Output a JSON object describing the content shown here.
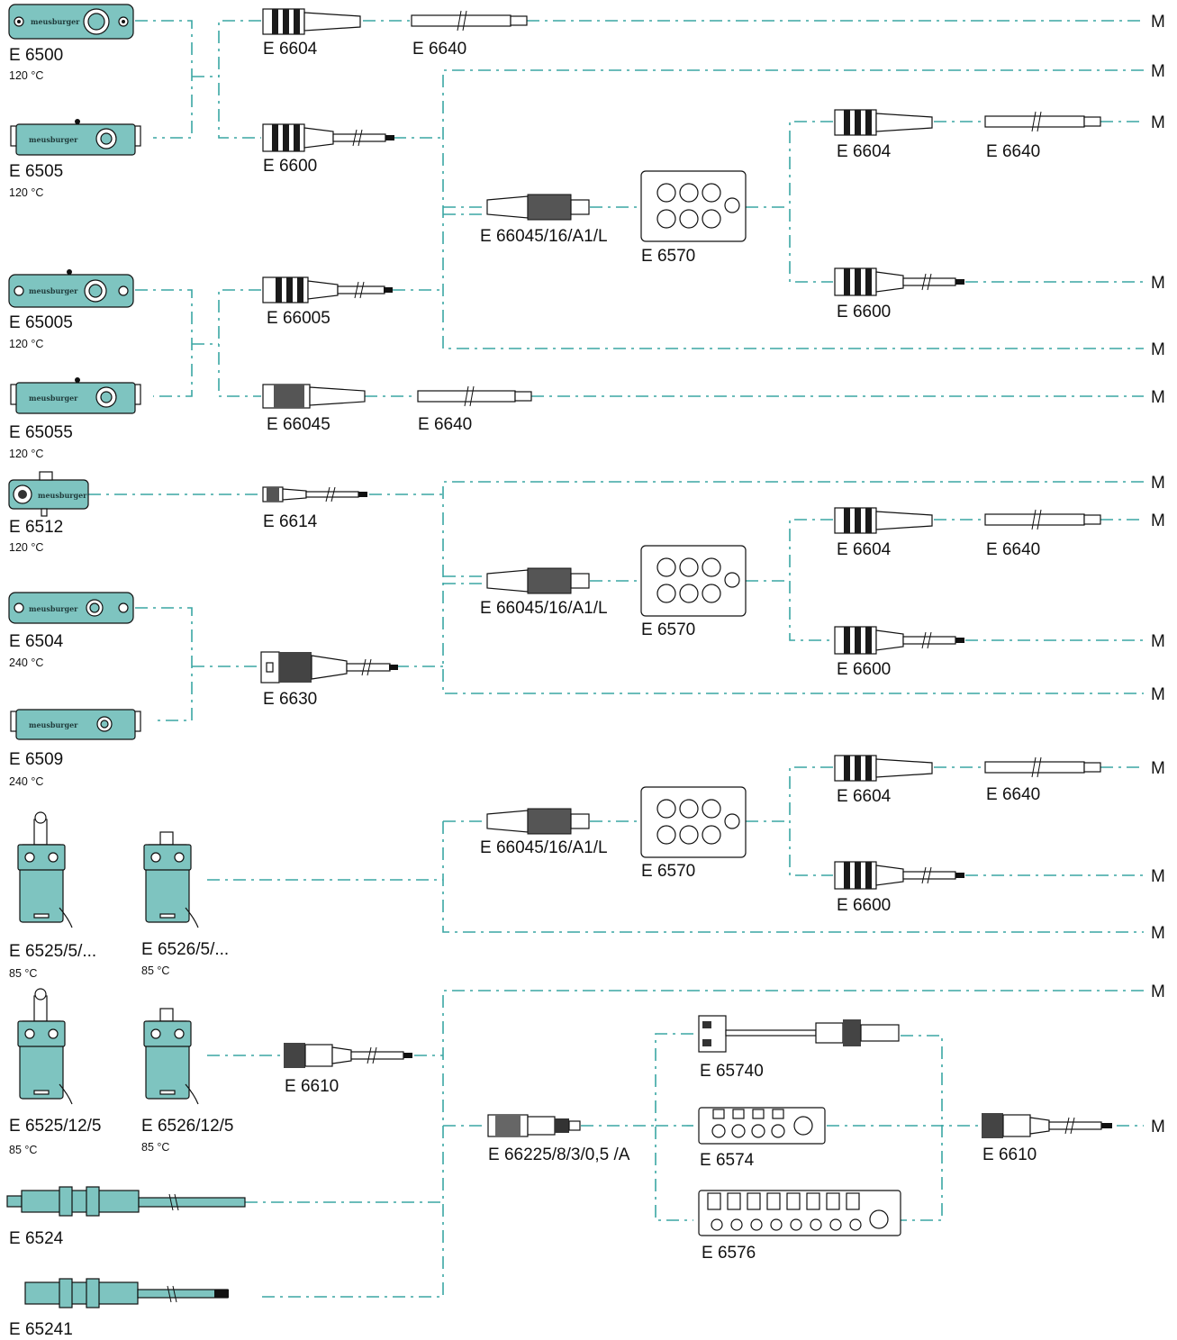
{
  "colors": {
    "line": "#3aa6a3",
    "housing": "#7ec4c0",
    "outline": "#111111"
  },
  "terminal_label": "M",
  "logo_text": "meusburger",
  "labels": {
    "E6500": "E 6500",
    "E6505": "E 6505",
    "E65005": "E 65005",
    "E65055": "E 65055",
    "E6512": "E 6512",
    "E6504": "E 6504",
    "E6509": "E 6509",
    "E6525_5": "E 6525/5/...",
    "E6526_5": "E 6526/5/...",
    "E6525_12": "E 6525/12/5",
    "E6526_12": "E 6526/12/5",
    "E6524": "E 6524",
    "E65241": "E 65241",
    "E6604_a": "E 6604",
    "E6640_a": "E 6640",
    "E6600_a": "E 6600",
    "E66005": "E 66005",
    "E66045": "E 66045",
    "E6640_b": "E 6640",
    "E6614": "E 6614",
    "E6630": "E 6630",
    "E6610_a": "E 6610",
    "E66045_16_a": "E 66045/16/A1/L",
    "E66045_16_b": "E 66045/16/A1/L",
    "E66045_16_c": "E 66045/16/A1/L",
    "E6570_a": "E 6570",
    "E6570_b": "E 6570",
    "E6570_c": "E 6570",
    "E6604_b": "E 6604",
    "E6640_c": "E 6640",
    "E6600_b": "E 6600",
    "E6604_c": "E 6604",
    "E6640_d": "E 6640",
    "E6600_c": "E 6600",
    "E6604_d": "E 6604",
    "E6640_e": "E 6640",
    "E6600_d": "E 6600",
    "E66225": "E 66225/8/3/0,5 /A",
    "E65740": "E 65740",
    "E6574": "E 6574",
    "E6576": "E 6576",
    "E6610_b": "E 6610"
  },
  "temps": {
    "t6500": "120 °C",
    "t6505": "120 °C",
    "t65005": "120 °C",
    "t65055": "120 °C",
    "t6512": "120 °C",
    "t6504": "240 °C",
    "t6509": "240 °C",
    "t6525_5": "85 °C",
    "t6526_5": "85 °C",
    "t6525_12": "85 °C",
    "t6526_12": "85 °C"
  }
}
